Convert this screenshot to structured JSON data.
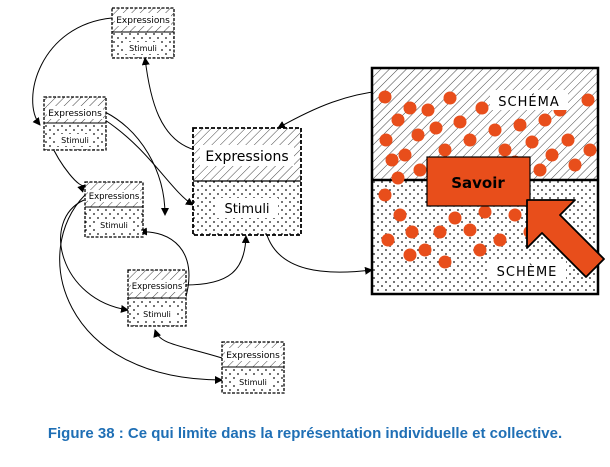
{
  "boxes": [
    {
      "id": "box-top",
      "top_label": "Expressions",
      "bottom_label": "Stimuli"
    },
    {
      "id": "box-left-2",
      "top_label": "Expressions",
      "bottom_label": "Stimuli"
    },
    {
      "id": "box-left-3",
      "top_label": "Expressions",
      "bottom_label": "Stimuli"
    },
    {
      "id": "box-left-4",
      "top_label": "Expressions",
      "bottom_label": "Stimuli"
    },
    {
      "id": "box-bottom",
      "top_label": "Expressions",
      "bottom_label": "Stimuli"
    },
    {
      "id": "box-center",
      "top_label": "Expressions",
      "bottom_label": "Stimuli"
    }
  ],
  "panel": {
    "top_zone_label": "SCHÉMA",
    "bottom_zone_label": "SCHÈME",
    "savoir_label": "Savoir"
  },
  "caption": "Figure 38 : Ce qui limite dans la représentation individuelle et collective.",
  "colors": {
    "caption": "#1f6fb5",
    "dots": "#e84e1b",
    "savoir_fill": "#e84e1b",
    "big_arrow": "#e84e1b"
  }
}
